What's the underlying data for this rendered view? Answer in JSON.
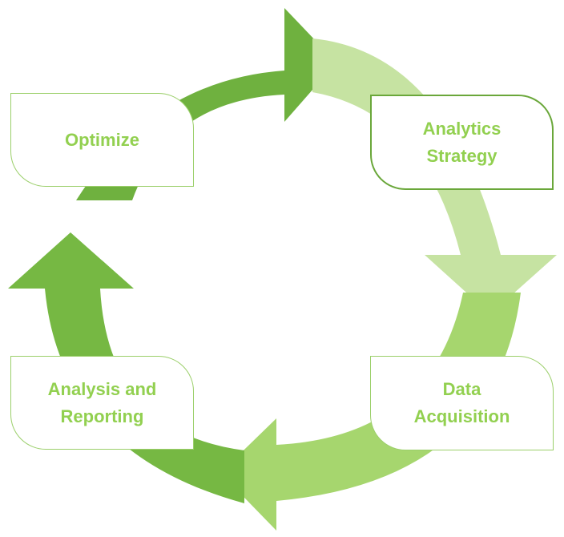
{
  "diagram": {
    "type": "cycle",
    "nodes": [
      {
        "id": "optimize",
        "label": "Optimize"
      },
      {
        "id": "analytics-strategy",
        "label": "Analytics\nStrategy"
      },
      {
        "id": "data-acquisition",
        "label": "Data\nAcquisition"
      },
      {
        "id": "analysis-reporting",
        "label": "Analysis and\nReporting"
      }
    ],
    "flow": [
      "optimize",
      "analytics-strategy",
      "data-acquisition",
      "analysis-reporting"
    ],
    "colors": {
      "arc_top": "#6fb13f",
      "arc_right": "#c6e3a2",
      "arc_bottom": "#a6d66e",
      "arc_left": "#76b843",
      "node_text": "#92d050",
      "node_border": "#9bcf6a",
      "node_border_highlight": "#6aa73a"
    }
  }
}
